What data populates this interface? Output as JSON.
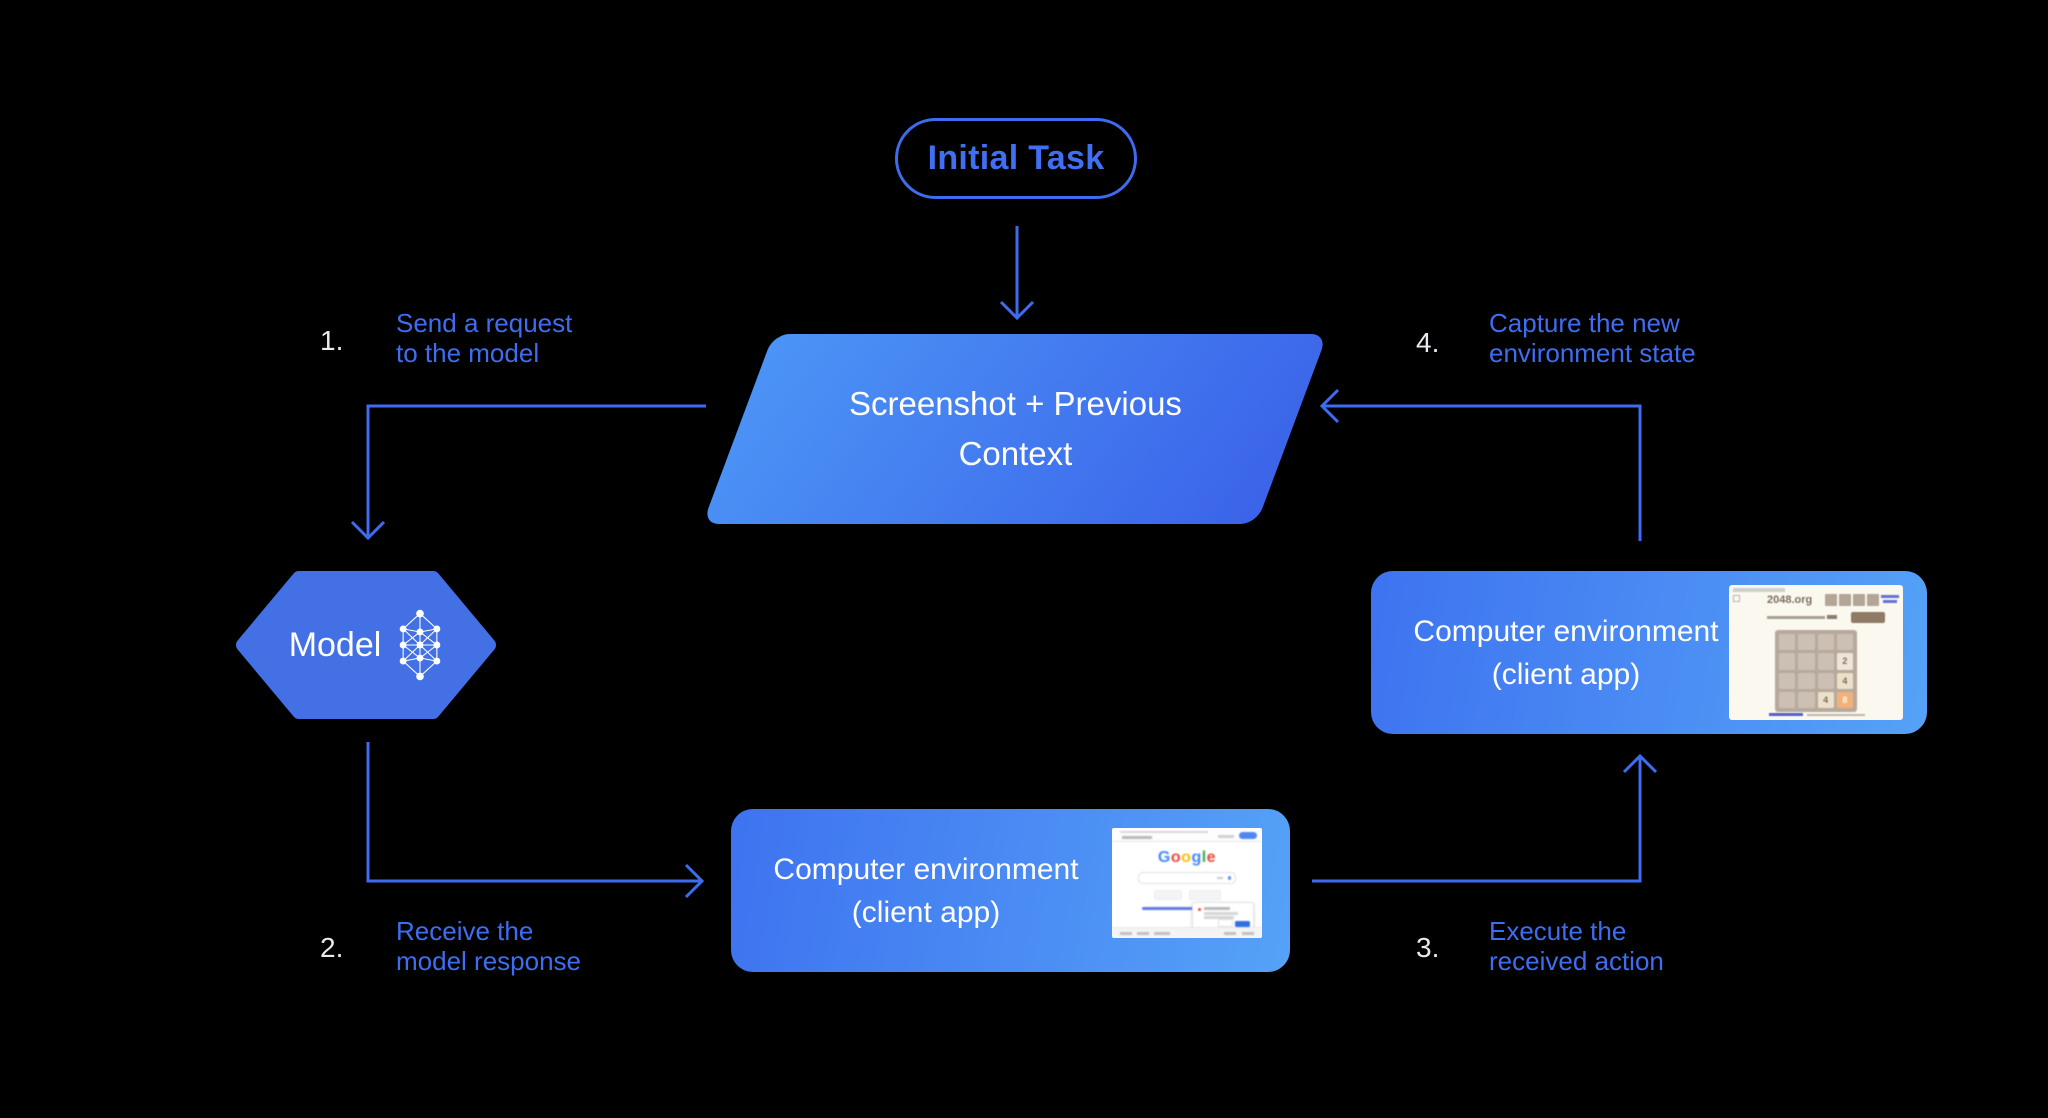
{
  "diagram": {
    "initial_task": {
      "label": "Initial Task"
    },
    "screenshot_context": {
      "line1": "Screenshot + Previous",
      "line2": "Context"
    },
    "model": {
      "label": "Model"
    },
    "env_right": {
      "line1": "Computer environment",
      "line2": "(client app)"
    },
    "env_bottom": {
      "line1": "Computer environment",
      "line2": "(client app)"
    },
    "steps": [
      {
        "num": "1.",
        "line1": "Send a request",
        "line2": "to the model"
      },
      {
        "num": "2.",
        "line1": "Receive the",
        "line2": "model response"
      },
      {
        "num": "3.",
        "line1": "Execute the",
        "line2": "received action"
      },
      {
        "num": "4.",
        "line1": "Capture the new",
        "line2": "environment state"
      }
    ],
    "mini_2048": {
      "alt": "blurred screenshot of 2048.org game with 4x4 grid",
      "title": "2048.org",
      "tiles": [
        "2",
        "4",
        "4",
        "8"
      ]
    },
    "mini_google": {
      "alt": "blurred screenshot of Google homepage with sign-in dialog",
      "letters": [
        "G",
        "o",
        "o",
        "g",
        "l",
        "e"
      ]
    },
    "colors": {
      "background": "#000000",
      "accent_blue": "#3E6CF0",
      "step_number_gray": "#E8EAED",
      "shape_gradient_light": "#55A2F7",
      "shape_gradient_dark": "#3B63E9",
      "hexagon_fill": "#4371E5",
      "tile_8_orange": "#F2B179"
    }
  }
}
